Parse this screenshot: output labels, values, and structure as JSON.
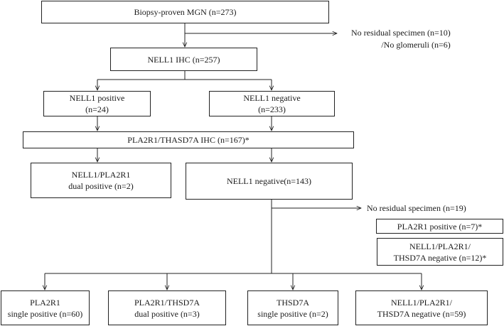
{
  "boxes": {
    "biopsy": [
      "Biopsy-proven MGN (n=273)"
    ],
    "nell1_ihc": [
      "NELL1 IHC (n=257)"
    ],
    "nell1_pos": [
      "NELL1 positive",
      "(n=24)"
    ],
    "nell1_neg": [
      "NELL1 negative",
      "(n=233)"
    ],
    "pla2r1_ihc": [
      "PLA2R1/THASD7A IHC (n=167)*"
    ],
    "dual_pos": [
      "NELL1/PLA2R1",
      "dual positive (n=2)"
    ],
    "nell1_neg2": [
      "NELL1 negative(n=143)"
    ],
    "pla2r1_pos_note": [
      "PLA2R1 positive (n=7)*"
    ],
    "triple_neg_note": [
      "NELL1/PLA2R1/",
      "THSD7A negative (n=12)*"
    ],
    "pla2r1_single": [
      "PLA2R1",
      "single positive (n=60)"
    ],
    "pla2r1_thsd7a_dual": [
      "PLA2R1/THSD7A",
      "dual positive (n=3)"
    ],
    "thsd7a_single": [
      "THSD7A",
      "single positive (n=2)"
    ],
    "triple_neg": [
      "NELL1/PLA2R1/",
      "THSD7A negative (n=59)"
    ]
  },
  "notes": {
    "exclusion1": [
      "No residual specimen (n=10)",
      "/No glomeruli (n=6)"
    ],
    "exclusion2": [
      "No residual specimen (n=19)"
    ]
  }
}
